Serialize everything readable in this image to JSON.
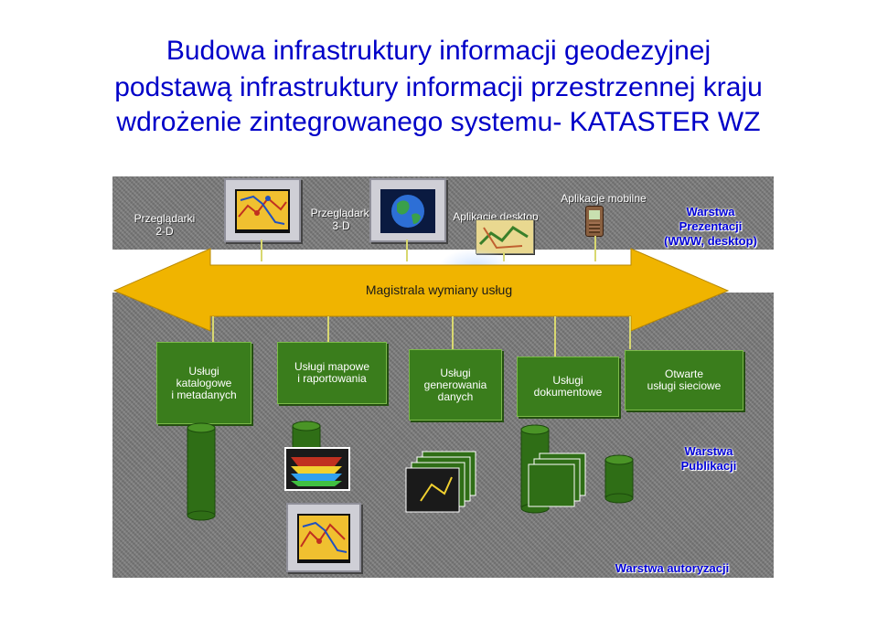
{
  "title": {
    "line1": "Budowa infrastruktury informacji geodezyjnej",
    "line2": "podstawą infrastruktury informacji przestrzennej kraju",
    "line3": "wdrożenie zintegrowanego systemu- KATASTER WZ"
  },
  "presentation_layer": {
    "browsers_2d": [
      "Przeglądarki",
      "2-D"
    ],
    "browsers_3d": [
      "Przeglądarki",
      "3-D"
    ],
    "desktop_apps": "Aplikacje desktop",
    "mobile_apps": "Aplikacje mobilne",
    "layer_name": [
      "Warstwa",
      "Prezentacji",
      "(WWW, desktop)"
    ]
  },
  "bus": {
    "label": "Magistrala wymiany usług"
  },
  "services": [
    [
      "Usługi",
      "katalogowe",
      "i metadanych"
    ],
    [
      "Usługi mapowe",
      "i raportowania"
    ],
    [
      "Usługi",
      "generowania",
      "danych"
    ],
    [
      "Usługi",
      "dokumentowe"
    ],
    [
      "Otwarte",
      "usługi sieciowe"
    ]
  ],
  "publication_layer": [
    "Warstwa",
    "Publikacji"
  ],
  "authorization_layer": "Warstwa autoryzacji",
  "colors": {
    "title": "#0000c8",
    "panel": "#7d7d7d",
    "arrow": "#f0b400",
    "service_box": "#3a7d1c",
    "layer_label": "#0000d8"
  }
}
